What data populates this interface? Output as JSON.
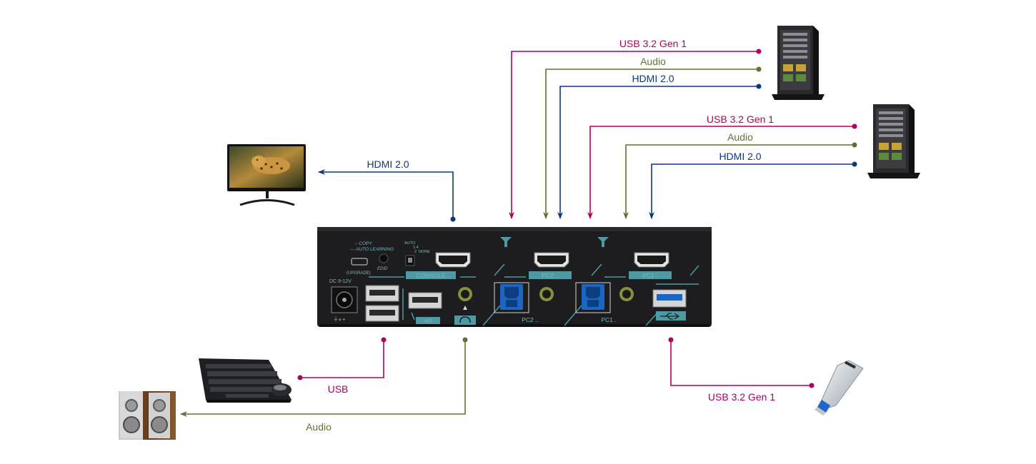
{
  "colors": {
    "usb": "#b3005e",
    "audio": "#5f7230",
    "hdmi": "#10357c",
    "panel": "#1d1d1f",
    "panel_accent": "#4e9aa3",
    "usb3_blue": "#1a66c2"
  },
  "labels": {
    "pc2_usb": "USB 3.2 Gen 1",
    "pc2_audio": "Audio",
    "pc2_hdmi": "HDMI 2.0",
    "pc1_usb": "USB 3.2 Gen 1",
    "pc1_audio": "Audio",
    "pc1_hdmi": "HDMI 2.0",
    "monitor_hdmi": "HDMI 2.0",
    "keyboard_usb": "USB",
    "speaker_audio": "Audio",
    "flash_usb": "USB 3.2 Gen 1"
  },
  "panel": {
    "copy": "-- COPY",
    "auto_learning": "--- AUTO LEARNING",
    "upgrade": "(UPGRADE)",
    "edid": "EDID",
    "auto": "AUTO",
    "v14": "1.4",
    "v2": "2",
    "none": "NONE",
    "dc": "DC  9-12V",
    "console": "CONSOLE",
    "pc2_label": "PC2 ..",
    "pc1_label": "PC1 .",
    "pc2_bottom": "PC2 ..",
    "pc1_bottom": "PC1 .",
    "hid": "HID"
  },
  "icons": [
    "tower-pc-icon",
    "monitor-icon",
    "keyboard-icon",
    "mouse-icon",
    "speakers-icon",
    "usb-flash-drive-icon",
    "headphone-icon",
    "usb-symbol-icon"
  ]
}
